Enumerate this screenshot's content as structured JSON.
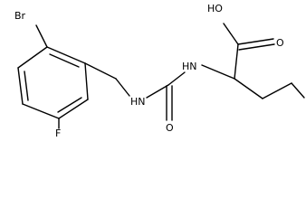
{
  "atoms": {
    "br": "Br",
    "f": "F",
    "nh_left": "HN",
    "nh_top": "HN",
    "o_carbonyl": "O",
    "oh": "HO",
    "o_acid": "O"
  },
  "colors": {
    "bond": "#000000",
    "background": "#ffffff"
  }
}
